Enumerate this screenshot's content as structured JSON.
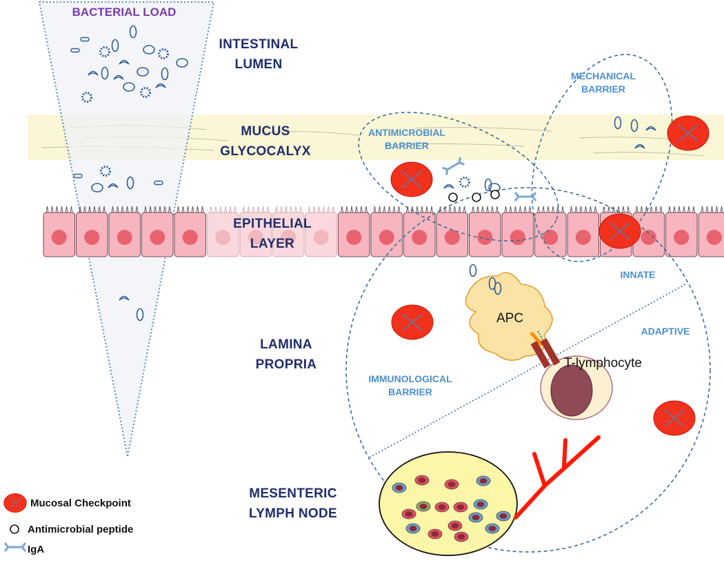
{
  "title": "BACTERIAL LOAD",
  "layers": {
    "intestinal_lumen": [
      "INTESTINAL",
      "LUMEN"
    ],
    "mucus": [
      "MUCUS",
      "GLYCOCALYX"
    ],
    "epithelial": [
      "EPITHELIAL",
      "LAYER"
    ],
    "lamina_propria": [
      "LAMINA",
      "PROPRIA"
    ],
    "lymph_node": [
      "MESENTERIC",
      "LYMPH NODE"
    ]
  },
  "barriers": {
    "mechanical": [
      "MECHANICAL",
      "BARRIER"
    ],
    "antimicrobial": [
      "ANTIMICROBIAL",
      "BARRIER"
    ],
    "immunological": [
      "IMMUNOLOGICAL",
      "BARRIER"
    ],
    "innate": "INNATE",
    "adaptive": "ADAPTIVE"
  },
  "cells": {
    "apc": "APC",
    "t_lymphocyte": "T-lymphocyte"
  },
  "legend": {
    "checkpoint": "Mucosal Checkpoint",
    "peptide": "Antimicrobial peptide",
    "iga": "IgA"
  },
  "colors": {
    "layer_text": "#1f2d6b",
    "barrier_text": "#4a8fd0",
    "title_text": "#7c3aad",
    "mucus_band": "#fbf7d6",
    "epithelial_cell": "#f6b5bf",
    "nucleus": "#e8636e",
    "checkpoint_fill": "#f2311d",
    "lymph_node_fill": "#fbf6a8",
    "vessel": "#ff1a05",
    "dashed_outline": "#3e6a97"
  },
  "icons": {
    "checkpoint": "crossed-red-circle-icon",
    "peptide": "open-circle-icon",
    "iga": "y-shaped-antibody-icon"
  }
}
